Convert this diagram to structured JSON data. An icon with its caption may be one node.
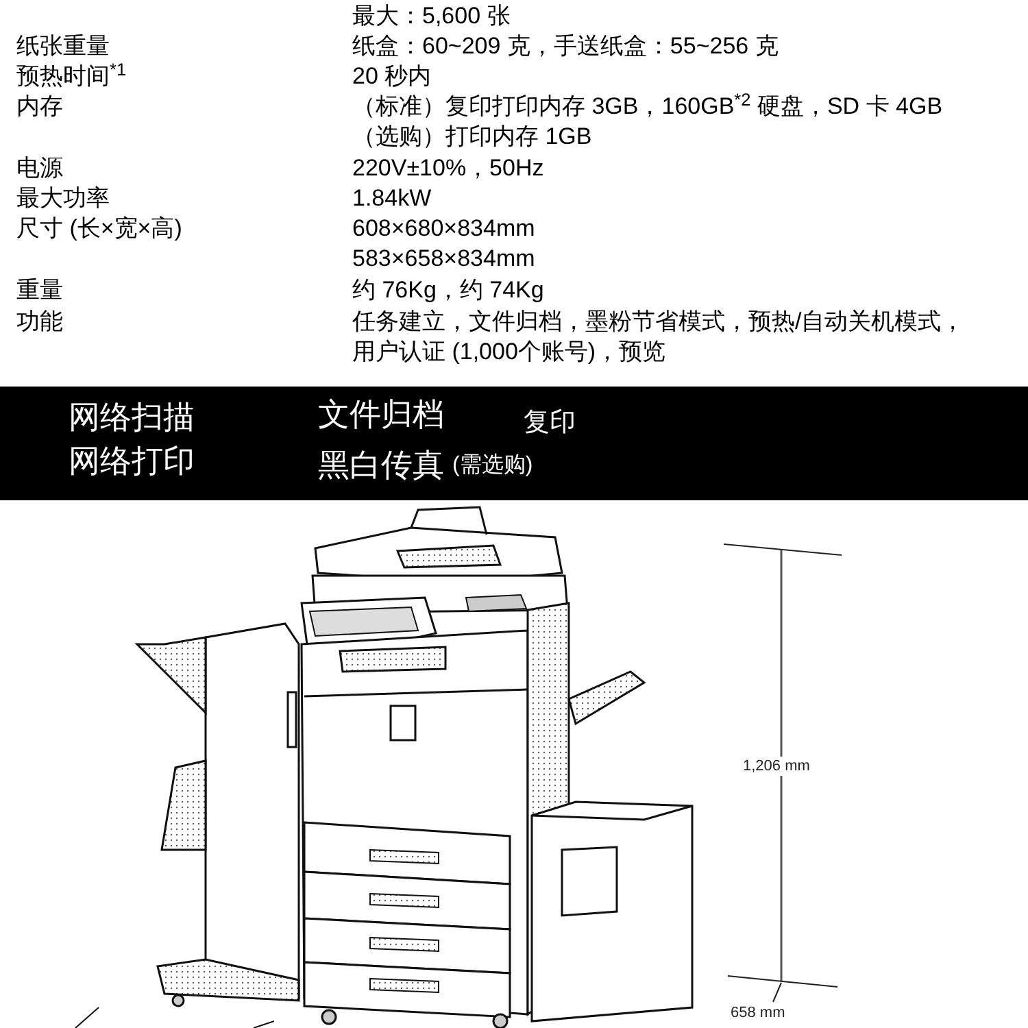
{
  "diagram": {
    "labels": [
      "最大：5,600 张",
      "纸张重量",
      "纸盒：60~209 克，手送纸盒：55~256 克",
      "预热时间$^{*1}$",
      "20 秒内",
      "内存",
      "（标准）复印打印内存 3GB，160GB$^{*2}$ 硬盘，SD 卡 4GB",
      "（选购）打印内存 1GB",
      "电源",
      "220V±10%，50Hz",
      "最大功率",
      "1.84kW",
      "尺寸 (长×宽×高)",
      "608×680×834mm",
      "583×658×834mm",
      "重量",
      "约 76Kg，约 74Kg",
      "功能",
      "任务建立，文件归档，墨粉节省模式，预热/自动关机模式，用户认证 (1,000个账号)，预览",
      "网络扫描",
      "文件归档",
      "复印",
      "网络打印",
      "黑白传真",
      "(需选购)",
      "1,206 mm",
      "658 mm"
    ]
  }
}
